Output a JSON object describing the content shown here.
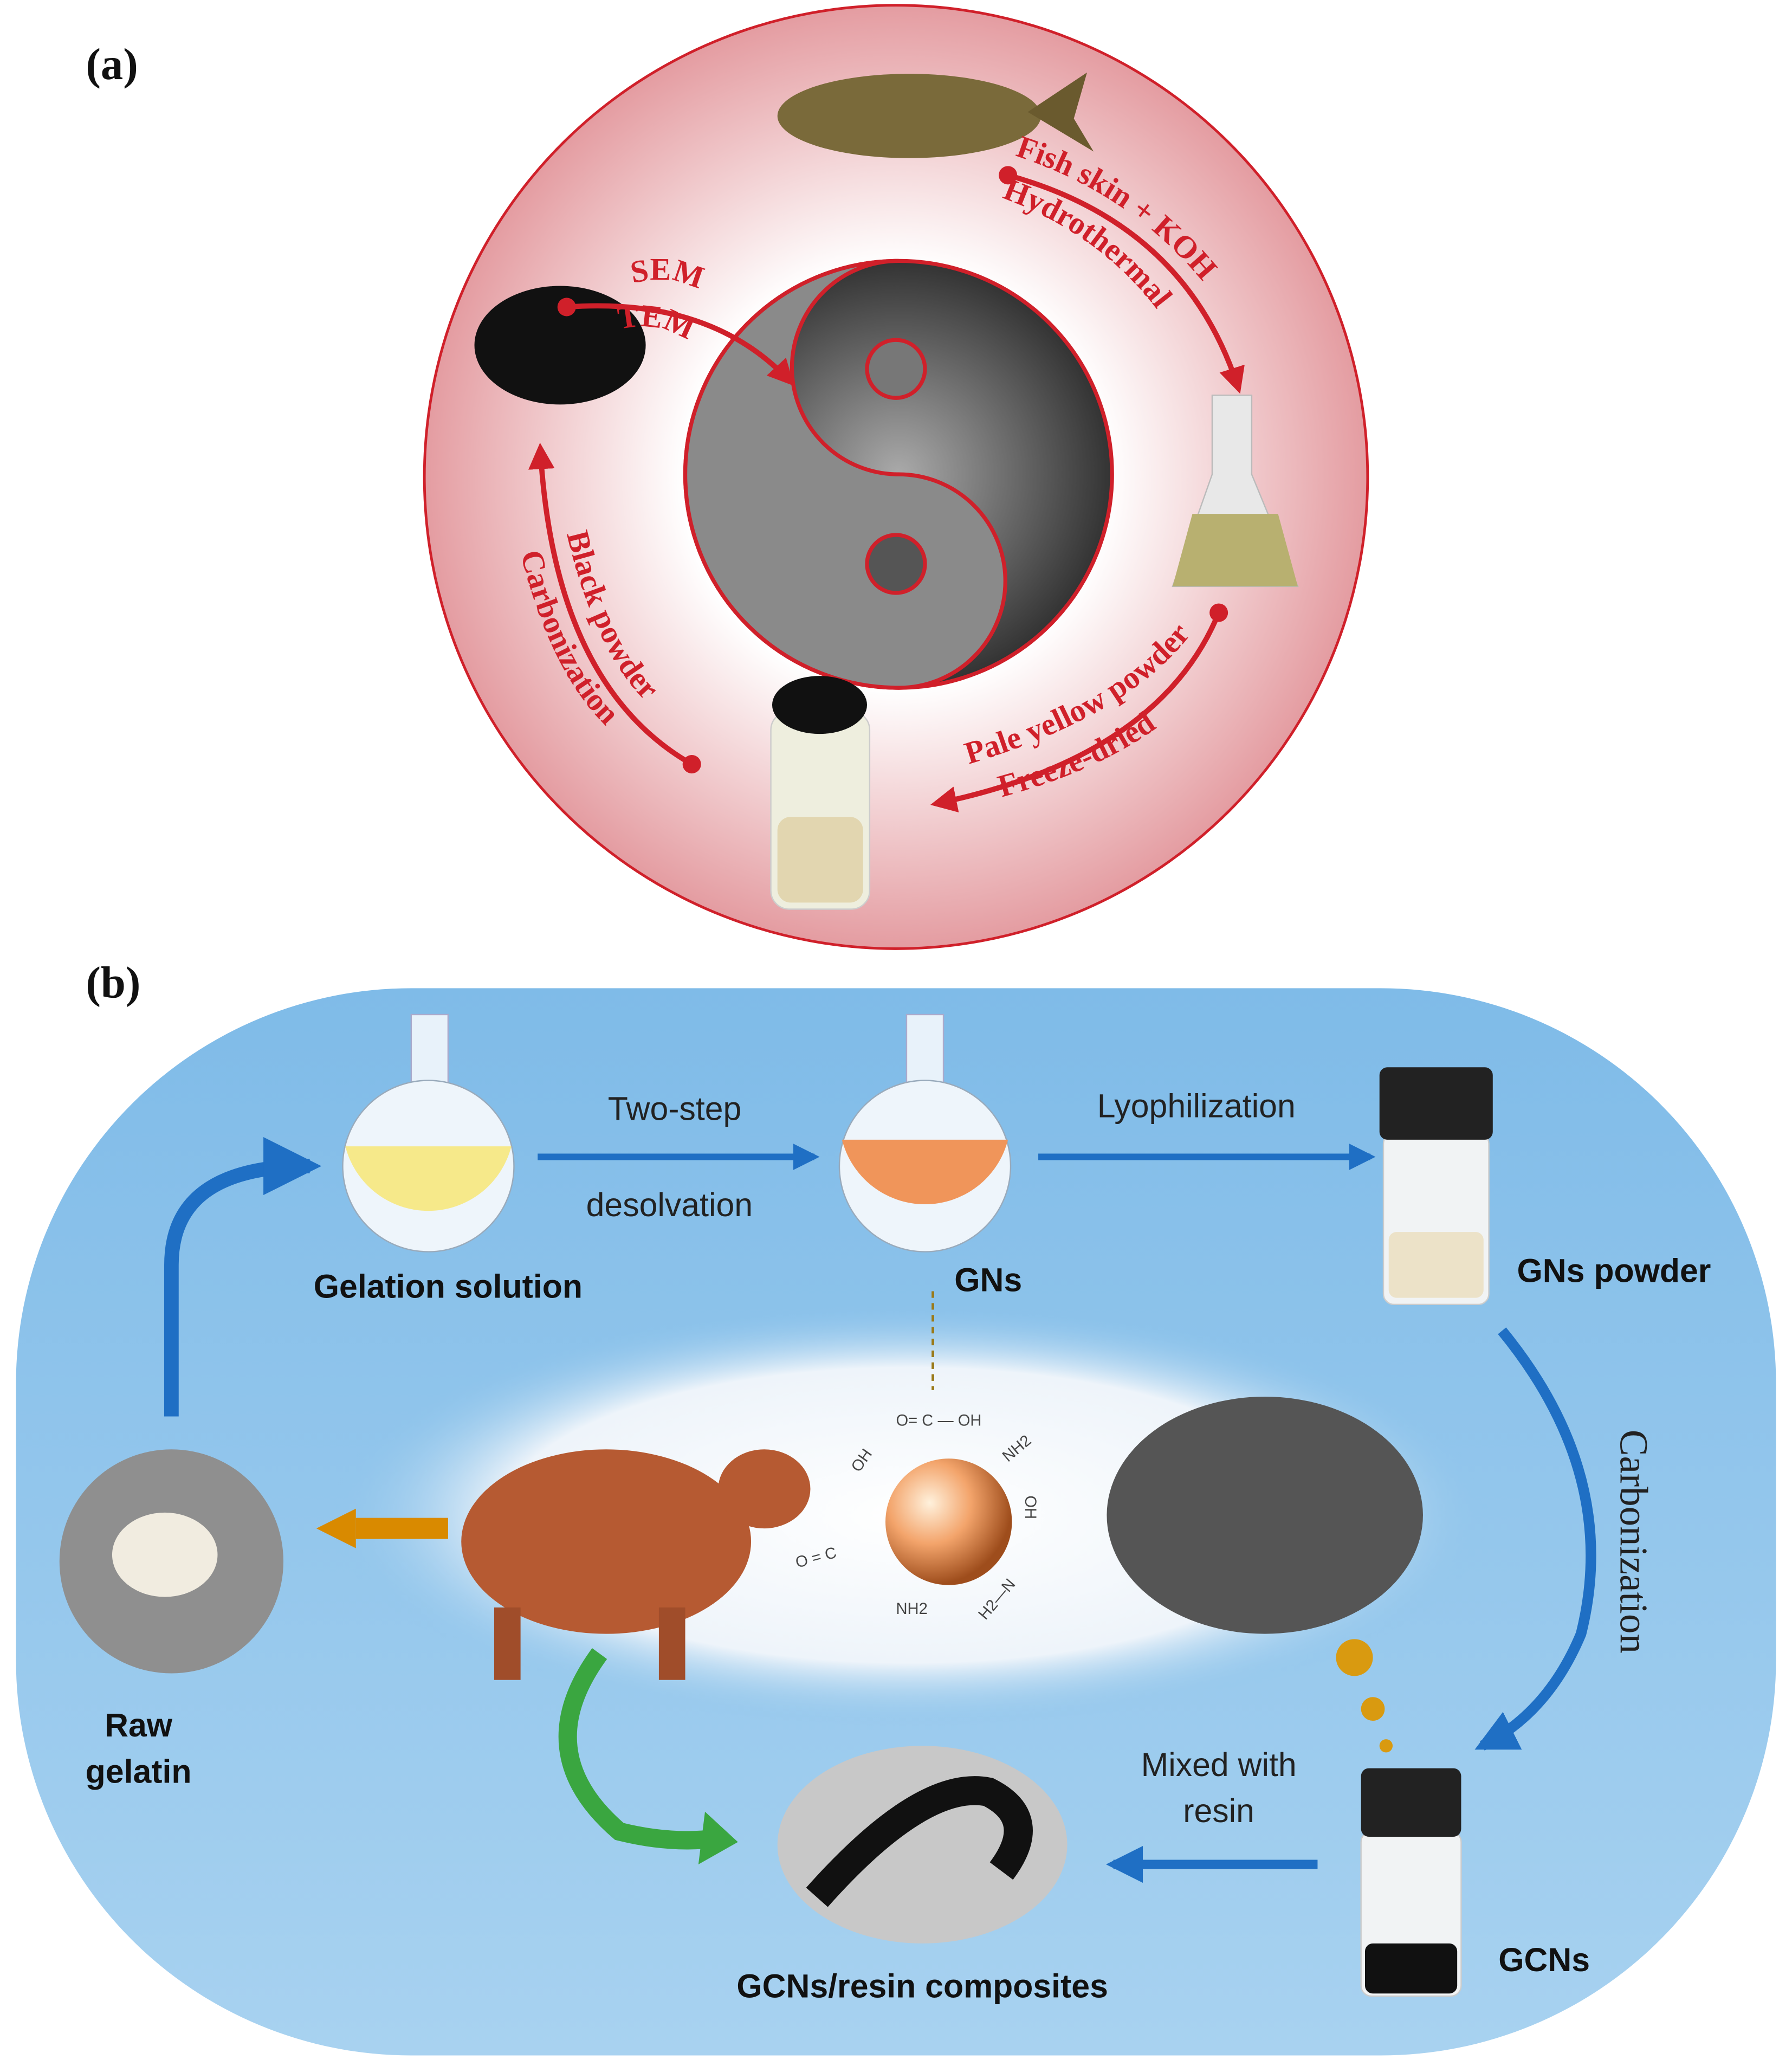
{
  "panel_a": {
    "label": "(a)",
    "steps": {
      "fish_skin_koh": "Fish skin + KOH",
      "hydrothermal": "Hydrothermal",
      "pale_yellow_powder": "Pale yellow powder",
      "freeze_dried": "Freeze-dried",
      "black_powder": "Black powder",
      "carbonization": "Carbonization",
      "sem": "SEM",
      "tem": "TEM"
    },
    "colors": {
      "ring": "#e8a5a8",
      "accent": "#d0202a"
    }
  },
  "panel_b": {
    "label": "(b)",
    "labels": {
      "gelation_solution": "Gelation solution",
      "two_step": "Two-step",
      "desolvation": "desolvation",
      "gns": "GNs",
      "lyophilization": "Lyophilization",
      "gns_powder": "GNs powder",
      "carbonization": "Carbonization",
      "gcns": "GCNs",
      "mixed_with": "Mixed with",
      "resin": "resin",
      "composites": "GCNs/resin composites",
      "raw": "Raw",
      "gelatin": "gelatin"
    },
    "molecule": {
      "top": "O= C — OH",
      "oh_left": "OH",
      "nh2_right": "NH2",
      "oh_right": "OH",
      "c_o_left": "O = C",
      "nh2_bottom": "NH2",
      "h2n_bottom": "H2—N"
    },
    "colors": {
      "background": "#8cc3ea",
      "arrow": "#1f6fc4",
      "orange_arrow": "#d98a00",
      "green_arrow": "#3aa640"
    }
  }
}
